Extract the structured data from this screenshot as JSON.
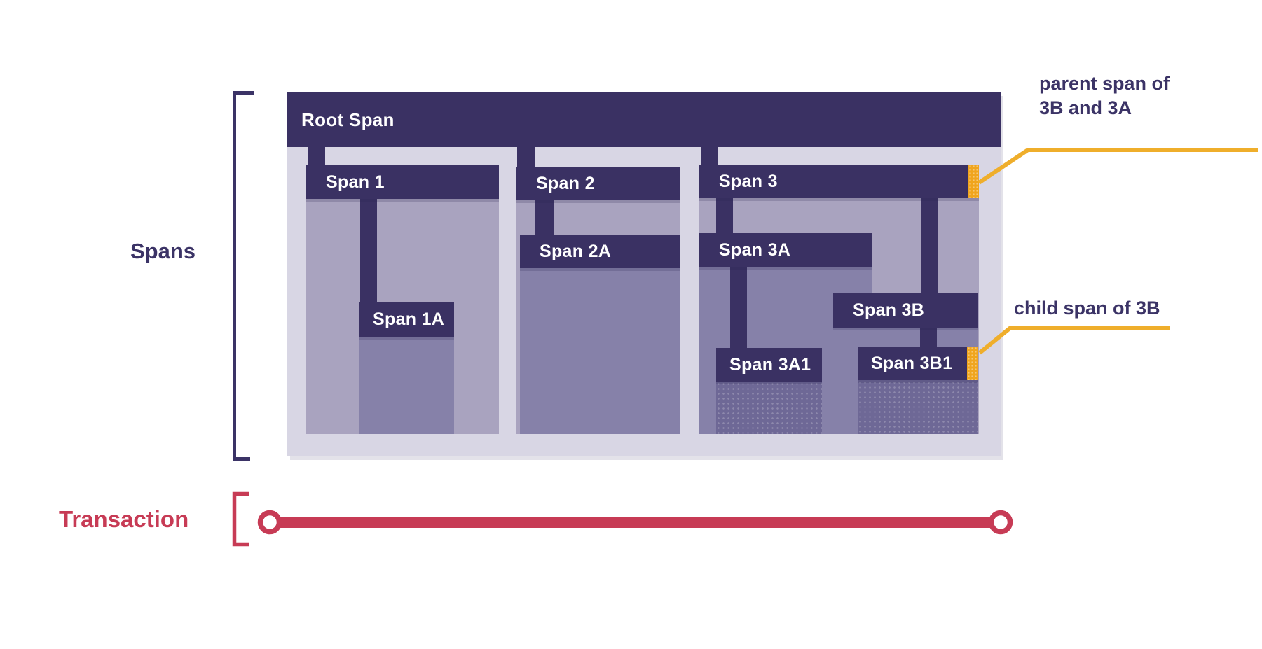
{
  "legend": {
    "spans_label": "Spans",
    "transaction_label": "Transaction"
  },
  "trace": {
    "root": {
      "label": "Root Span"
    },
    "span1": {
      "label": "Span 1"
    },
    "span1a": {
      "label": "Span 1A"
    },
    "span2": {
      "label": "Span 2"
    },
    "span2a": {
      "label": "Span 2A"
    },
    "span3": {
      "label": "Span 3"
    },
    "span3a": {
      "label": "Span 3A"
    },
    "span3a1": {
      "label": "Span 3A1"
    },
    "span3b": {
      "label": "Span 3B"
    },
    "span3b1": {
      "label": "Span 3B1"
    }
  },
  "annotations": {
    "parent_line1": "parent span of",
    "parent_line2": "3B and 3A",
    "child": "child span of 3B"
  },
  "colors": {
    "span_bar_navy": "#3a3163",
    "container_lavender": "#d8d6e4",
    "fill_level1": "#a9a3bf",
    "fill_level2": "#8681a9",
    "fill_level3": "#6e6896",
    "highlight_orange": "#f0a51e",
    "callout_yellow": "#efae2b",
    "transaction_red": "#c73b55",
    "annotation_navy": "#3b3366"
  }
}
